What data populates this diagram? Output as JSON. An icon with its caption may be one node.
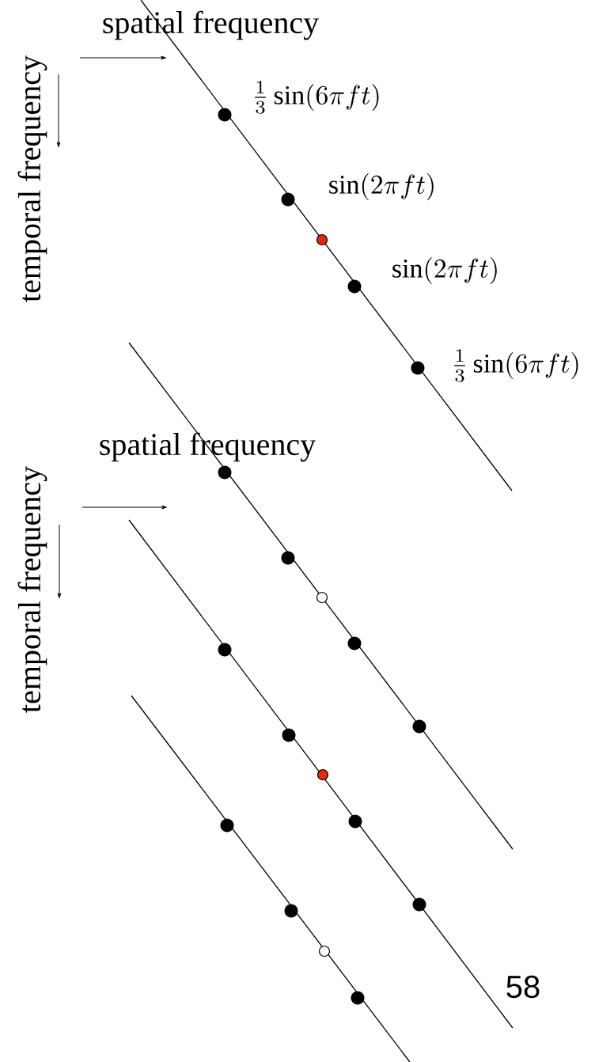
{
  "diagram": {
    "labels": [
      "spatial frequency",
      "temporal frequency",
      "\\frac{1}{3}\\sin(6\\pi f t)",
      "\\sin(2\\pi f t)",
      "\\sin(2\\pi f t)",
      "\\frac{1}{3}\\sin(6\\pi f t)",
      "spatial frequency",
      "temporal frequency",
      "58"
    ]
  }
}
